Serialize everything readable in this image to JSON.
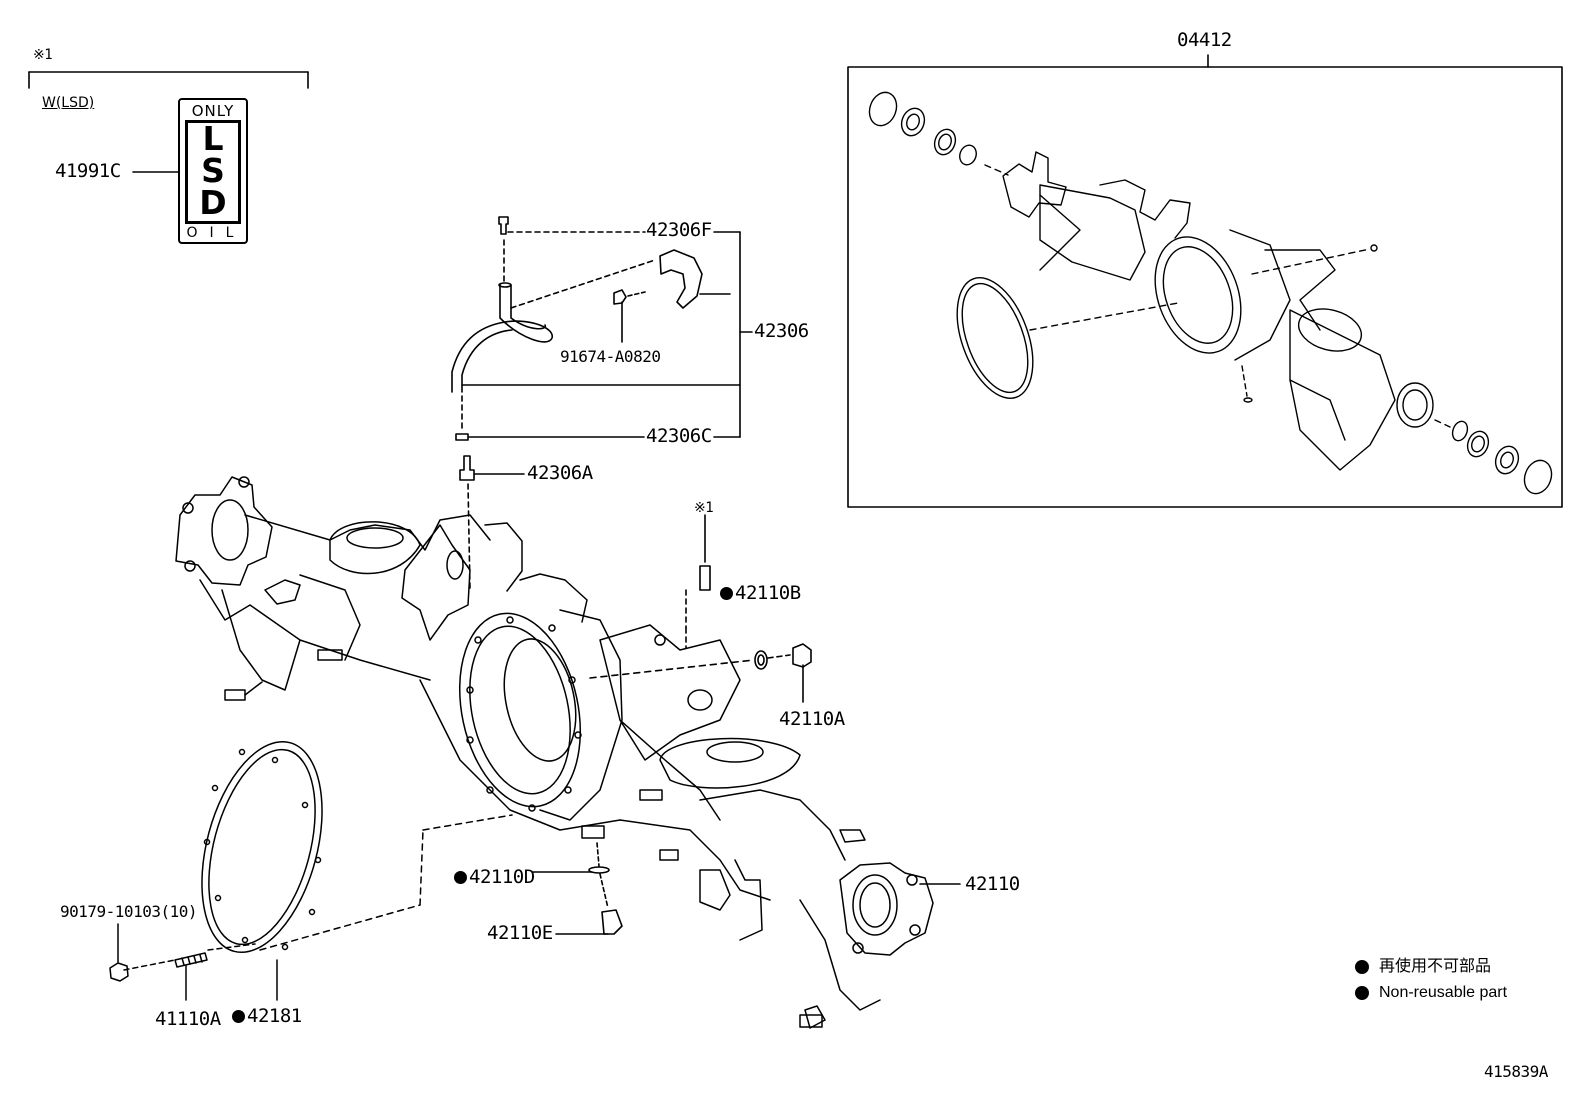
{
  "diagram": {
    "reference_note": "※1",
    "variant_label": "W(LSD)",
    "kit_part": "04412",
    "figure_id": "415839A",
    "lsd_label": {
      "top": "ONLY",
      "letters": [
        "L",
        "S",
        "D"
      ],
      "bottom": "OIL"
    },
    "callouts": {
      "p41991C": "41991C",
      "p42306F": "42306F",
      "p42306": "42306",
      "p91674": "91674-A0820",
      "p42306C": "42306C",
      "p42306A": "42306A",
      "ref1": "※1",
      "p42110B": "42110B",
      "p42110A": "42110A",
      "p42110D": "42110D",
      "p42110": "42110",
      "p42110E": "42110E",
      "p90179": "90179-10103(10)",
      "p41110A": "41110A",
      "p42181": "42181"
    },
    "legend": {
      "japanese": "再使用不可部品",
      "english": "Non-reusable part"
    }
  }
}
